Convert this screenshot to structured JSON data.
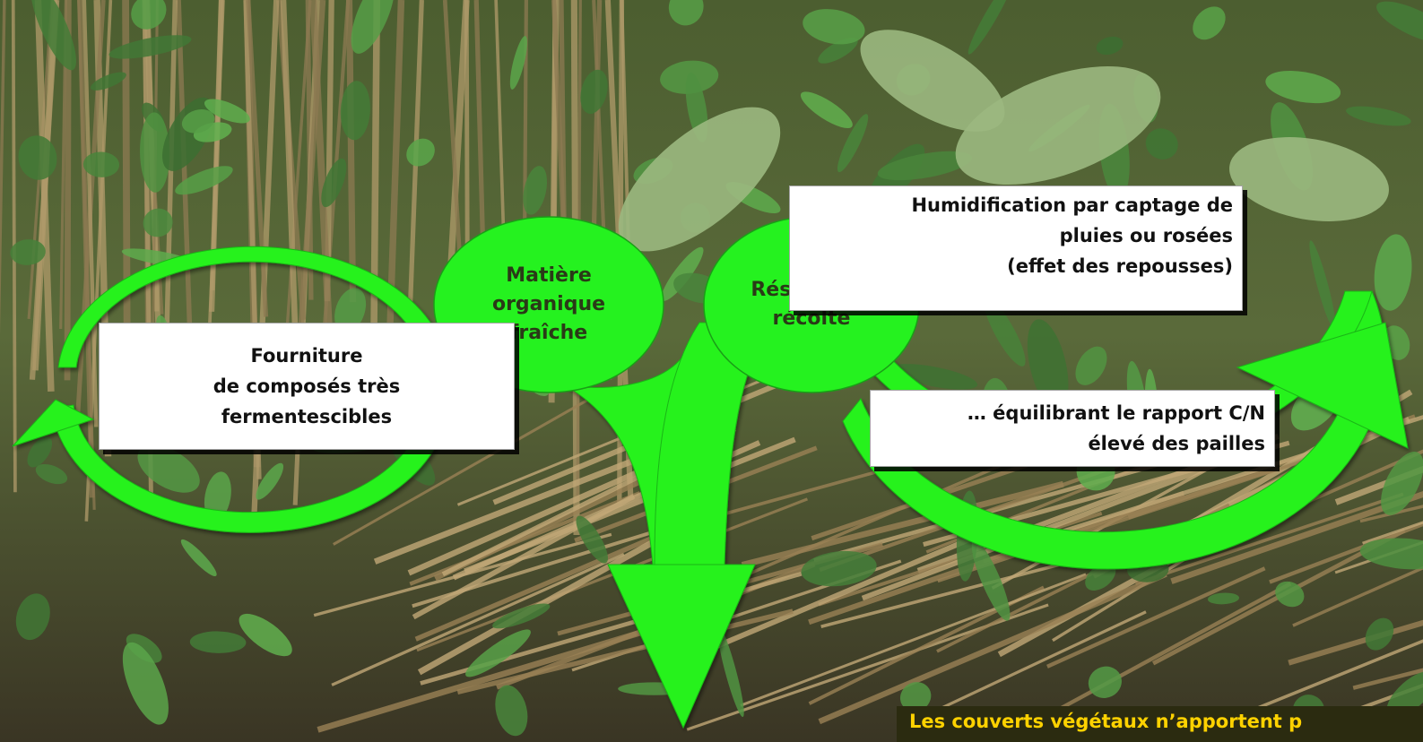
{
  "colors": {
    "accent_green": "#22ee22",
    "arrow_green": "#25f21f",
    "box_bg": "#ffffff",
    "caption_text": "#ffd200",
    "caption_bg": "#2b2b10"
  },
  "nodes": {
    "matiere": "Matière\norganique\nfraîche",
    "residus": "Résidus de\nrécolte"
  },
  "boxes": {
    "fourniture": "Fourniture\nde composés très\nfermentescibles",
    "humidification": "Humidification par captage de\npluies ou rosées\n(effet des repousses)",
    "equilibrant": "… équilibrant le rapport C/N\nélevé des pailles"
  },
  "footer": {
    "caption": "Les couverts végétaux n’apportent p"
  },
  "icons": {
    "left_cycle": "curved-arrow-cycle-icon",
    "right_cycle": "curved-arrow-cycle-icon",
    "down_arrow": "arrow-down-icon"
  }
}
